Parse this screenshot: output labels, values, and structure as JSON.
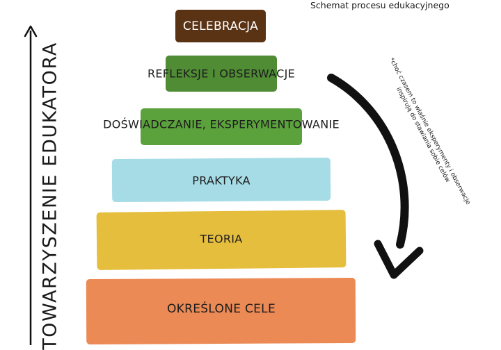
{
  "header": {
    "title": "Schemat procesu edukacyjnego"
  },
  "side_label": "TOWARZYSZENIE EDUKATORA",
  "note": "*choć czasem to właśnie eksperymenty i obserwacje inspirują do stawiania sobie celów",
  "levels": [
    {
      "label": "CELEBRACJA",
      "color": "#5a3214",
      "text_color": "#ffffff"
    },
    {
      "label": "REFLEKSJE I OBSERWACJE",
      "color": "#4f8c34",
      "text_color": "#1c1c1c"
    },
    {
      "label": "DOŚWIADCZANIE, EKSPERYMENTOWANIE",
      "color": "#5ba23c",
      "text_color": "#1c1c1c"
    },
    {
      "label": "PRAKTYKA",
      "color": "#a6dce6",
      "text_color": "#1c1c1c"
    },
    {
      "label": "TEORIA",
      "color": "#e5be3e",
      "text_color": "#1c1c1c"
    },
    {
      "label": "OKREŚLONE CELE",
      "color": "#ec8a55",
      "text_color": "#1c1c1c"
    }
  ]
}
